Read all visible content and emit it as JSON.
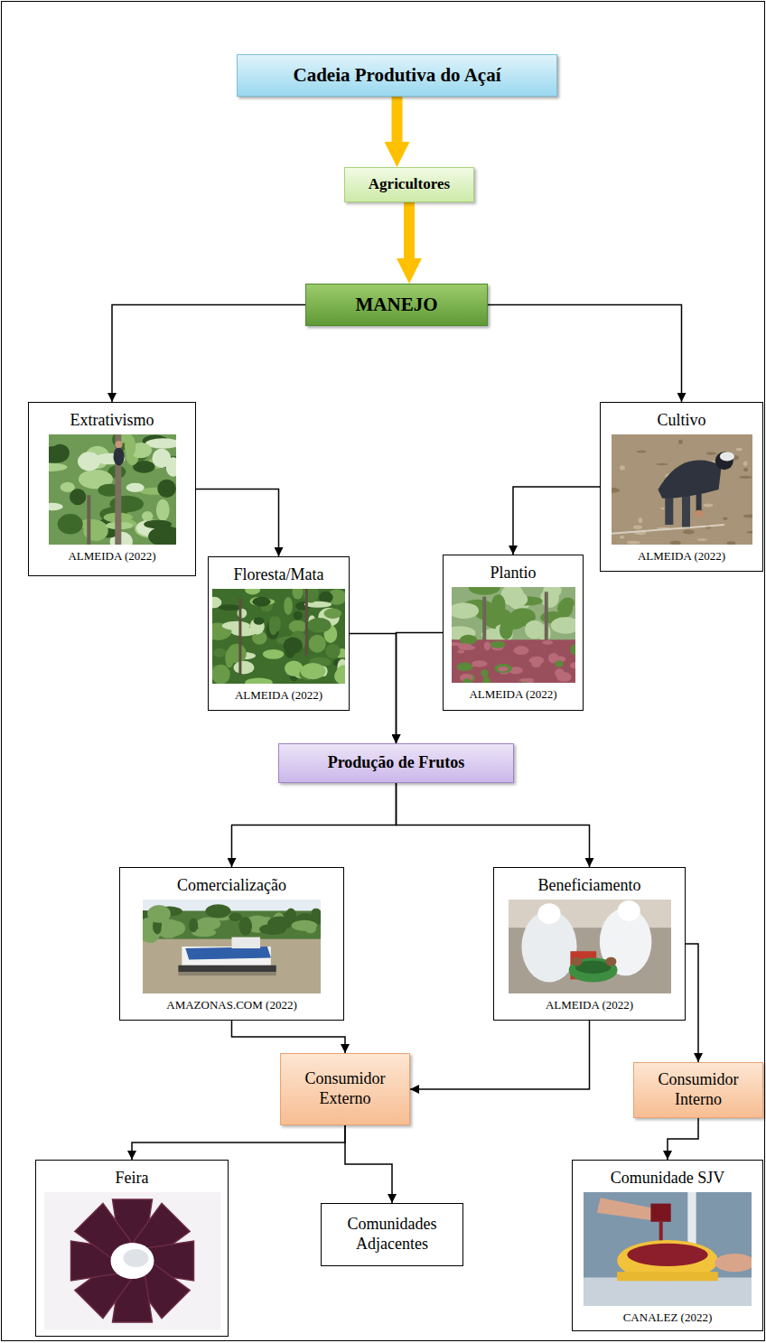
{
  "diagram": {
    "nodes": [
      {
        "text": [
          "Cadeia Produtiva do Açaí"
        ]
      },
      {
        "text": [
          "Agricultores"
        ]
      },
      {
        "text": [
          "MANEJO"
        ]
      },
      {
        "text": [
          "Extrativismo",
          "ALMEIDA (2022)"
        ]
      },
      {
        "text": [
          "Cultivo",
          "ALMEIDA (2022)"
        ]
      },
      {
        "text": [
          "Floresta/Mata",
          "ALMEIDA (2022)"
        ]
      },
      {
        "text": [
          "Plantio",
          "ALMEIDA (2022)"
        ]
      },
      {
        "text": [
          "Produção de Frutos"
        ]
      },
      {
        "text": [
          "Comercialização",
          "AMAZONAS.COM (2022)"
        ]
      },
      {
        "text": [
          "Beneficiamento",
          "ALMEIDA (2022)"
        ]
      },
      {
        "text": [
          "Consumidor Externo"
        ]
      },
      {
        "text": [
          "Consumidor Interno"
        ]
      },
      {
        "text": [
          "Feira"
        ]
      },
      {
        "text": [
          "Comunidades Adjacentes"
        ]
      },
      {
        "text": [
          "Comunidade SJV",
          "CANALEZ (2022)"
        ]
      }
    ],
    "edges": [
      {
        "from": 0,
        "to": 1,
        "arrow": "to"
      },
      {
        "from": 1,
        "to": 2,
        "arrow": "to"
      },
      {
        "from": 2,
        "to": 3,
        "arrow": "to"
      },
      {
        "from": 2,
        "to": 4,
        "arrow": "to"
      },
      {
        "from": 3,
        "to": 5,
        "arrow": "to"
      },
      {
        "from": 4,
        "to": 6,
        "arrow": "to"
      },
      {
        "from": 5,
        "to": 7,
        "arrow": "to"
      },
      {
        "from": 6,
        "to": 7,
        "arrow": "to"
      },
      {
        "from": 7,
        "to": 8,
        "arrow": "to"
      },
      {
        "from": 7,
        "to": 9,
        "arrow": "to"
      },
      {
        "from": 8,
        "to": 10,
        "arrow": "to"
      },
      {
        "from": 9,
        "to": 10,
        "arrow": "to"
      },
      {
        "from": 9,
        "to": 11,
        "arrow": "to"
      },
      {
        "from": 10,
        "to": 12,
        "arrow": "to"
      },
      {
        "from": 10,
        "to": 13,
        "arrow": "to"
      },
      {
        "from": 11,
        "to": 14,
        "arrow": "to"
      }
    ]
  }
}
